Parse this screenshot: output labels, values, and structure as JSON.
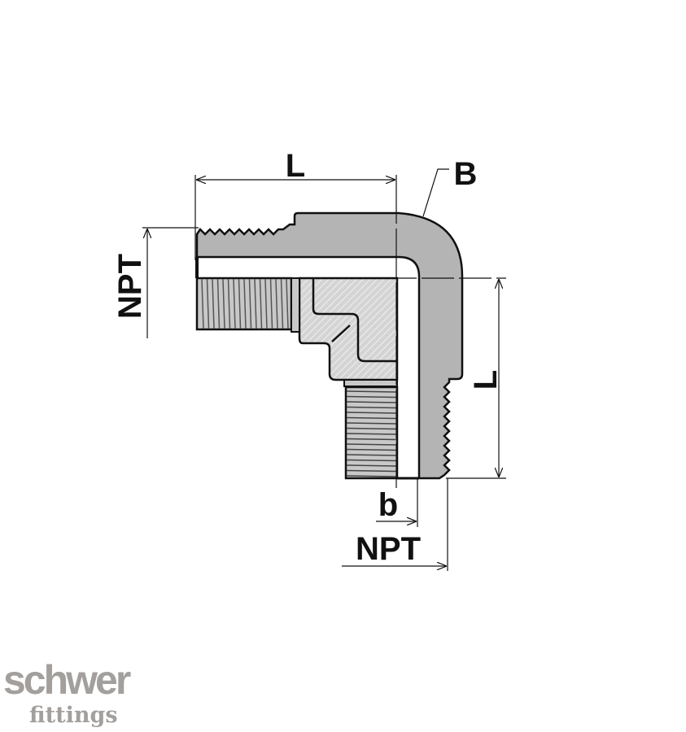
{
  "drawing": {
    "labels": {
      "length_top": "L",
      "bend": "B",
      "npt_left": "NPT",
      "length_right": "L",
      "bore": "b",
      "npt_bottom": "NPT"
    },
    "colors": {
      "body": "#b4b4b4",
      "section": "#d0d0d0",
      "line": "#111111",
      "logo": "#a39f9c"
    }
  },
  "logo": {
    "line1": "schwer",
    "line2": "fittings"
  }
}
